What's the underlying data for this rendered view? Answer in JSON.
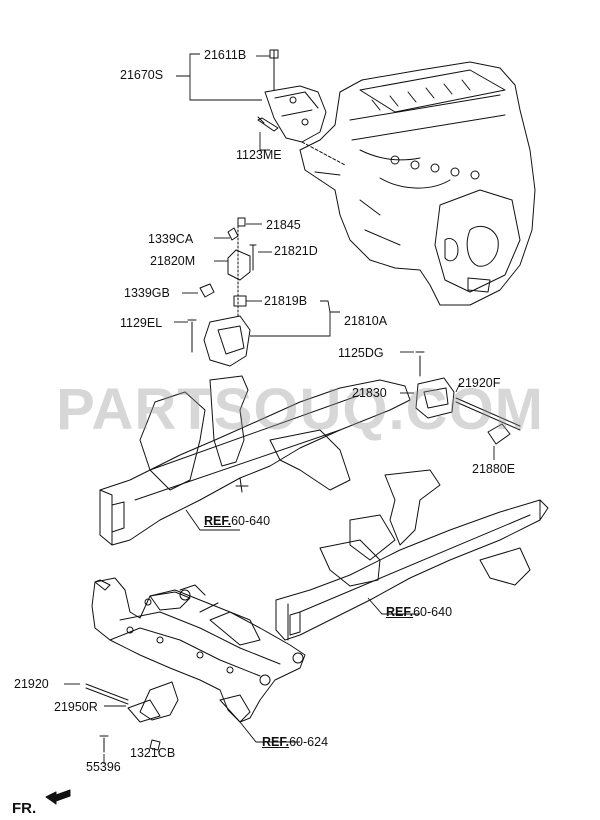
{
  "watermark": "PARTSOUQ.COM",
  "direction_label": "FR.",
  "labels": {
    "p21611B": "21611B",
    "p21670S": "21670S",
    "p1123ME": "1123ME",
    "p21845": "21845",
    "p1339CA": "1339CA",
    "p21821D": "21821D",
    "p21820M": "21820M",
    "p1339GB": "1339GB",
    "p21819B": "21819B",
    "p1129EL": "1129EL",
    "p21810A": "21810A",
    "p1125DG": "1125DG",
    "p21830": "21830",
    "p21920F": "21920F",
    "p21880E": "21880E",
    "p21920": "21920",
    "p21950R": "21950R",
    "p1321CB": "1321CB",
    "p55396": "55396"
  },
  "refs": {
    "r1": {
      "prefix": "REF.",
      "number": "60-640"
    },
    "r2": {
      "prefix": "REF.",
      "number": "60-640"
    },
    "r3": {
      "prefix": "REF.",
      "number": "60-624"
    }
  }
}
